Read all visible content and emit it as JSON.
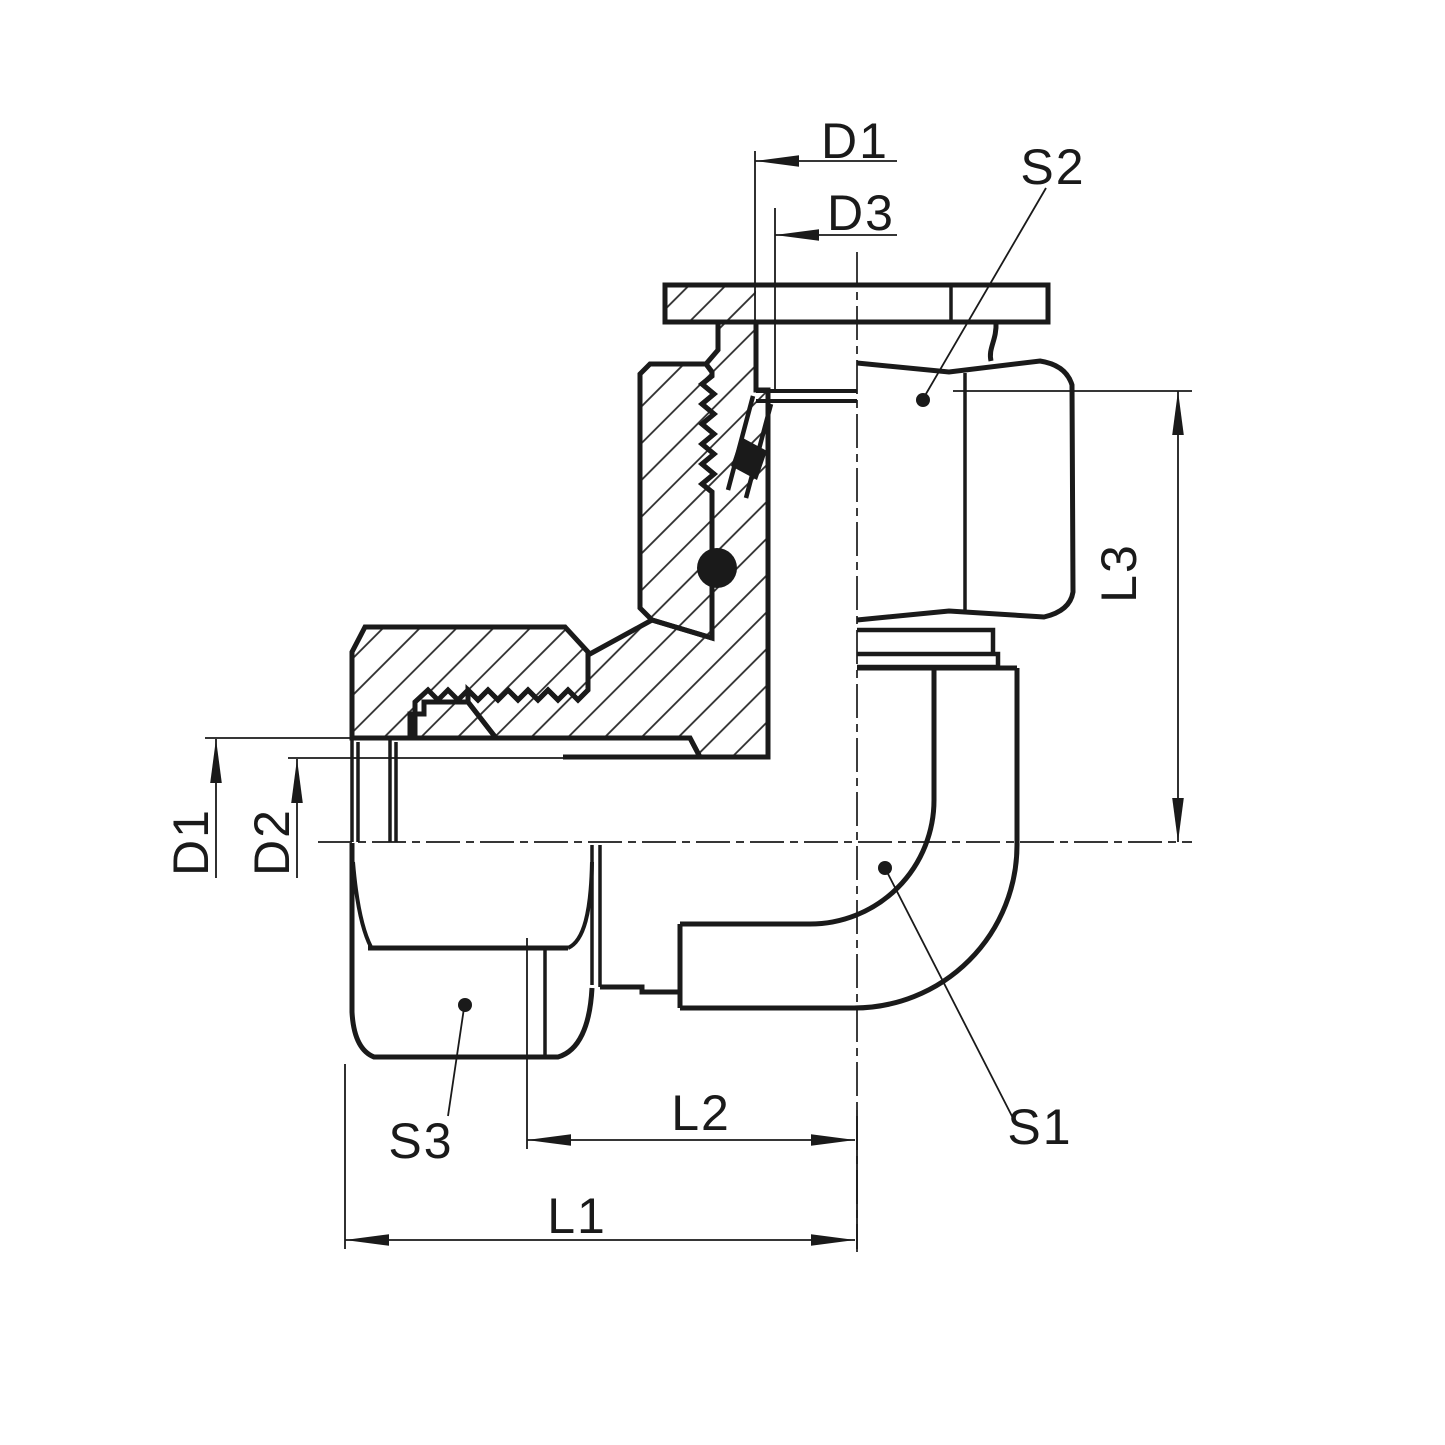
{
  "drawing": {
    "type": "technical-section-drawing",
    "subject": "90-degree elbow tube fitting, half-section view",
    "colors": {
      "background": "#ffffff",
      "line": "#1a1a1a",
      "hatch": "#2b2b2b"
    },
    "labels": {
      "d1_top": "D1",
      "d3_top": "D3",
      "s2": "S2",
      "l3": "L3",
      "d1_left": "D1",
      "d2_left": "D2",
      "s3": "S3",
      "l2": "L2",
      "l1": "L1",
      "s1": "S1"
    }
  }
}
